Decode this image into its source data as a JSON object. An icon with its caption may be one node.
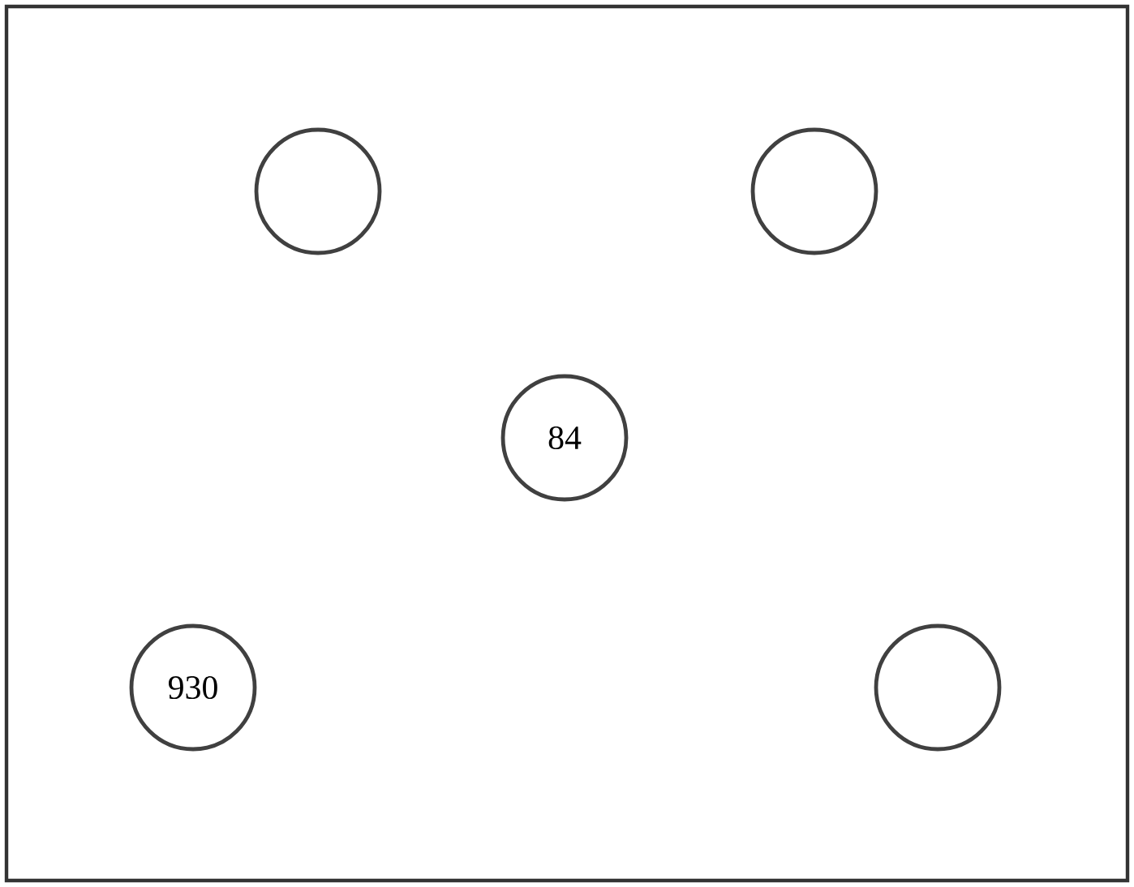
{
  "diagram": {
    "nodes": [
      {
        "text": [],
        "shape": "circle"
      },
      {
        "text": [],
        "shape": "circle"
      },
      {
        "text": [
          "84"
        ]
      },
      {
        "text": [
          "930"
        ]
      },
      {
        "text": [],
        "shape": "circle"
      }
    ]
  }
}
